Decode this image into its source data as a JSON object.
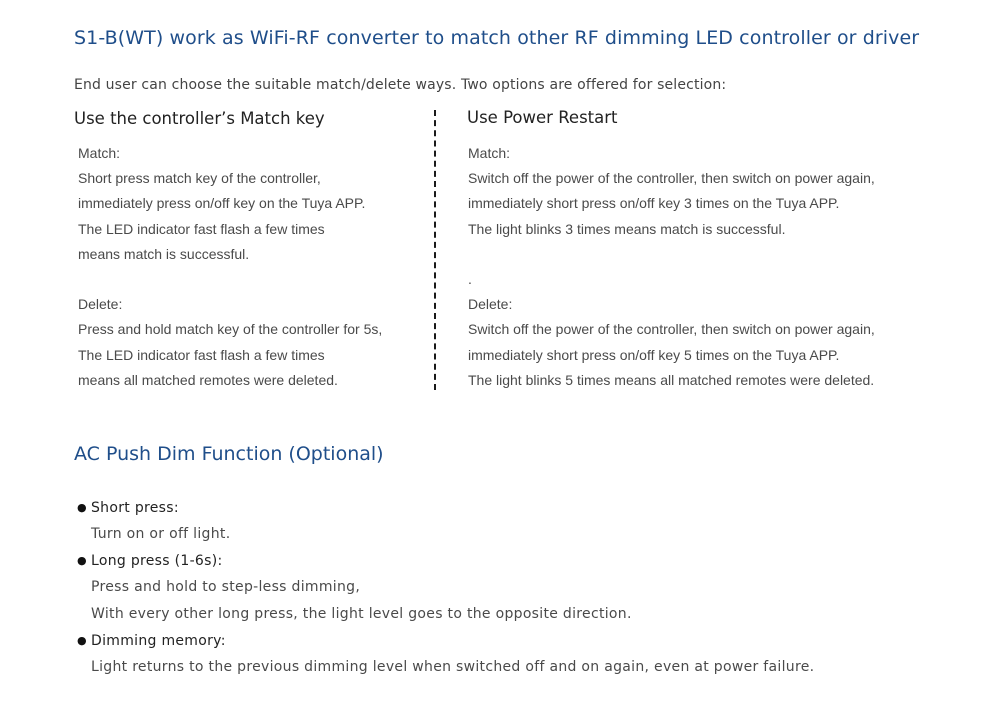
{
  "title": "S1-B(WT) work as WiFi-RF converter to match other RF dimming LED controller or driver",
  "intro": "End user can choose the suitable match/delete ways. Two options are offered for selection:",
  "left": {
    "title": "Use the controller’s Match key",
    "match_label": "Match:",
    "match_lines": [
      "Short press match key of the controller,",
      "immediately press on/off key on the Tuya APP.",
      "The LED indicator fast flash a few times",
      "means match is successful."
    ],
    "delete_label": "Delete:",
    "delete_lines": [
      "Press and hold match key of the controller for 5s,",
      "The LED indicator fast flash a few times",
      "means all matched remotes were deleted."
    ]
  },
  "right": {
    "title": "Use Power Restart",
    "match_label": "Match:",
    "match_lines": [
      "Switch off the power of the controller, then switch on power again,",
      "immediately short press on/off key 3 times on the Tuya APP.",
      "The light blinks 3 times means match is successful."
    ],
    "dot": ".",
    "delete_label": "Delete:",
    "delete_lines": [
      "Switch off the power of the controller, then switch on power again,",
      "immediately short press on/off key 5 times on the Tuya APP.",
      "The light blinks 5 times means all matched remotes were deleted."
    ]
  },
  "push_dim": {
    "title": "AC Push Dim Function (Optional)",
    "bullet": "●",
    "items": [
      {
        "label": "Short press:",
        "lines": [
          "Turn on or off light."
        ]
      },
      {
        "label": "Long press (1-6s):",
        "lines": [
          "Press and hold to step-less dimming,",
          "With every other long press, the light level goes to the opposite direction."
        ]
      },
      {
        "label": "Dimming memory:",
        "lines": [
          "Light returns to the previous dimming level when switched off and on again, even at power failure."
        ]
      }
    ]
  },
  "colors": {
    "heading": "#1f4e8a",
    "body_text": "#4a4a4a",
    "divider": "#1a1a1a"
  }
}
